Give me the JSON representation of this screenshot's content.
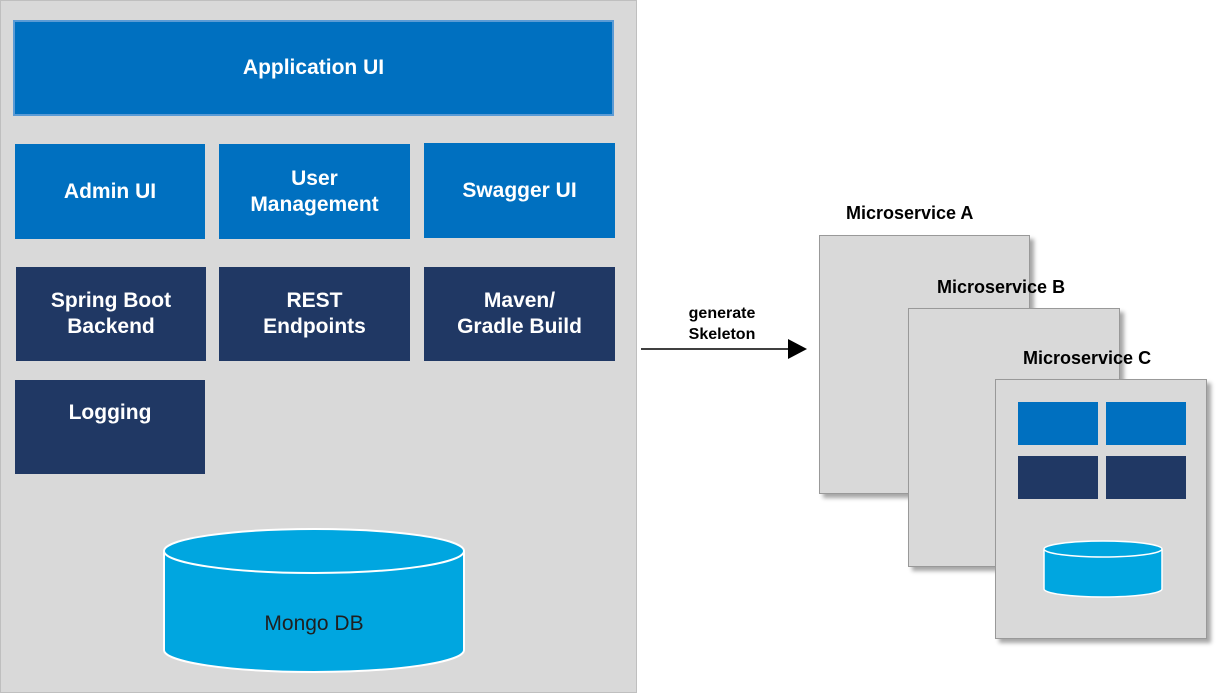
{
  "application_ui": "Application UI",
  "blocks": {
    "admin_ui": "Admin UI",
    "user_management": [
      "User",
      "Management"
    ],
    "swagger_ui": "Swagger UI",
    "spring_boot_backend": [
      "Spring Boot",
      "Backend"
    ],
    "rest_endpoints": [
      "REST",
      "Endpoints"
    ],
    "maven_gradle_build": [
      "Maven/",
      "Gradle Build"
    ],
    "logging": "Logging"
  },
  "database": "Mongo DB",
  "arrow_label": [
    "generate",
    "Skeleton"
  ],
  "microservices": [
    "Microservice A",
    "Microservice B",
    "Microservice C"
  ],
  "colors": {
    "panel_gray": "#d9d9d9",
    "blue": "#0070c0",
    "navy": "#203864",
    "db_cyan": "#00a6e0"
  }
}
